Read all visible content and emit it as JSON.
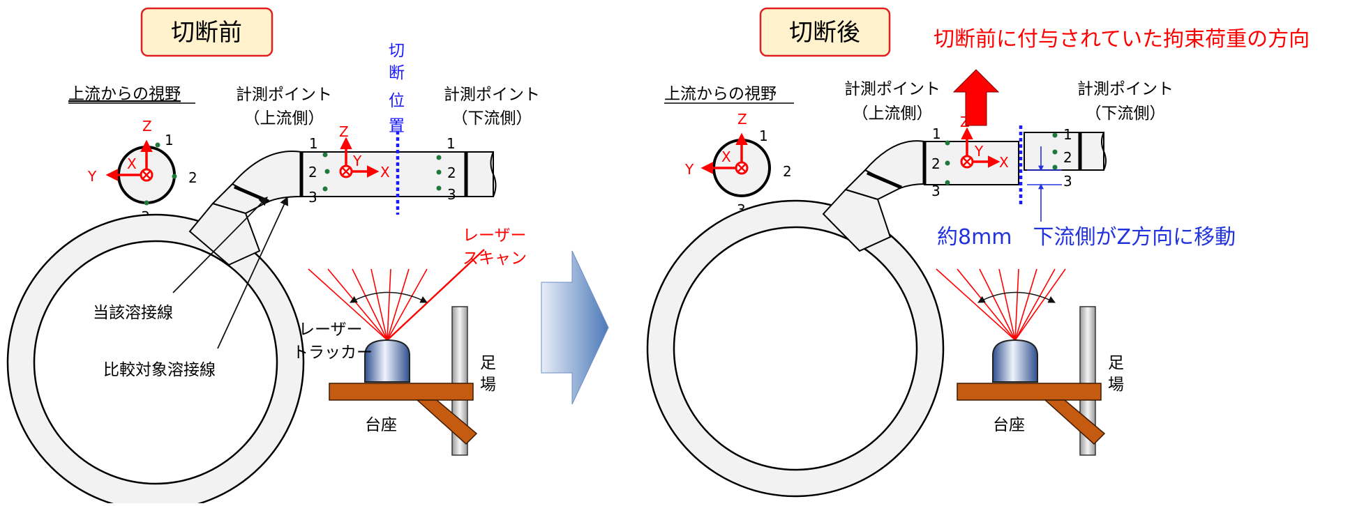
{
  "before": {
    "title": "切断前",
    "view_label": "上流からの視野",
    "point_up_l1": "計測ポイント",
    "point_up_l2": "（上流側）",
    "point_down_l1": "計測ポイント",
    "point_down_l2": "（下流側）",
    "cut_position": [
      "切",
      "断",
      "位",
      "置"
    ],
    "laser_scan_l1": "レーザー",
    "laser_scan_l2": "スキャン",
    "tracker_l1": "レーザー",
    "tracker_l2": "トラッカー",
    "weld_target": "当該溶接線",
    "weld_compare": "比較対象溶接線",
    "scaffold": [
      "足",
      "場"
    ],
    "base": "台座"
  },
  "after": {
    "title": "切断後",
    "view_label": "上流からの視野",
    "point_up_l1": "計測ポイント",
    "point_up_l2": "（上流側）",
    "point_down_l1": "計測ポイント",
    "point_down_l2": "（下流側）",
    "constraint_note": "切断前に付与されていた拘束荷重の方向",
    "shift_note": "約8mm　下流側がZ方向に移動",
    "scaffold": [
      "足",
      "場"
    ],
    "base": "台座"
  },
  "axes": {
    "z": "Z",
    "y": "Y",
    "x": "X"
  },
  "point_numbers": [
    "1",
    "2",
    "3"
  ],
  "colors": {
    "title_border": "#e02020",
    "title_fill": "#fff2cc",
    "axis_red": "#ff0000",
    "cut_blue": "#1a1aff",
    "shift_blue": "#2233dd",
    "wood": "#c55a11",
    "tracker_blue": "#8ea9db",
    "point_green": "#1e7a3a",
    "arrow_red": "#ff0000"
  },
  "icons": [
    "transition-arrow-icon",
    "constraint-arrow-icon",
    "laser-tracker-icon"
  ]
}
